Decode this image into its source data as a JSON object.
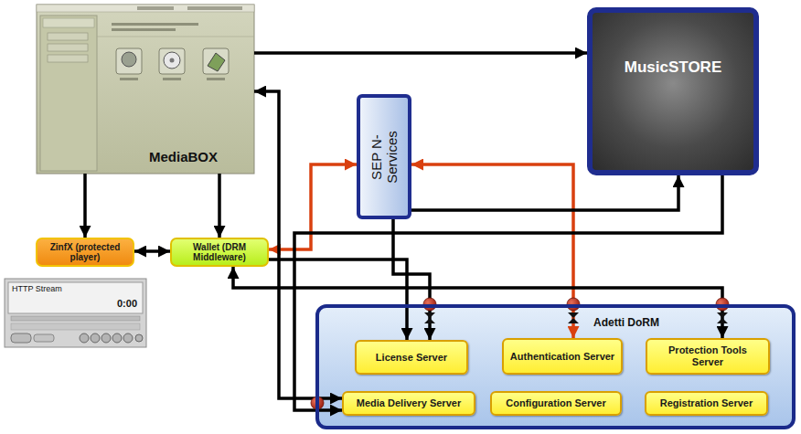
{
  "diagram": {
    "nodes": [
      {
        "text": [
          "MediaBOX"
        ]
      },
      {
        "text": [
          "MusicSTORE"
        ]
      },
      {
        "text": [
          "SEP N-Services"
        ]
      },
      {
        "text": [
          "ZinfX (protected player)"
        ]
      },
      {
        "text": [
          "Wallet (DRM Middleware)"
        ]
      },
      {
        "text": [
          "Adetti DoRM"
        ]
      },
      {
        "text": [
          "License Server"
        ],
        "in": 5
      },
      {
        "text": [
          "Authentication Server"
        ],
        "in": 5
      },
      {
        "text": [
          "Protection Tools Server"
        ],
        "in": 5
      },
      {
        "text": [
          "Media Delivery Server"
        ],
        "in": 5
      },
      {
        "text": [
          "Configuration Server"
        ],
        "in": 5
      },
      {
        "text": [
          "Registration Server"
        ],
        "in": 5
      }
    ],
    "edges": [
      {
        "from": 0,
        "to": 1,
        "arrow": "to"
      },
      {
        "from": 0,
        "to": 3,
        "arrow": "to"
      },
      {
        "from": 0,
        "to": 4,
        "arrow": "to"
      },
      {
        "from": 3,
        "to": 4,
        "arrow": "both"
      },
      {
        "from": 4,
        "to": 2,
        "arrow": "both"
      },
      {
        "from": 2,
        "to": 7,
        "arrow": "both"
      },
      {
        "from": 2,
        "to": 6,
        "arrow": "to"
      },
      {
        "from": 2,
        "to": 1,
        "arrow": "to"
      },
      {
        "from": 4,
        "to": 6,
        "arrow": "to"
      },
      {
        "from": 4,
        "to": 8,
        "arrow": "both"
      },
      {
        "from": 0,
        "to": 9,
        "arrow": "both"
      },
      {
        "from": 1,
        "to": 9,
        "arrow": "to"
      }
    ],
    "labels": [
      "HTTP Stream",
      "0:00"
    ]
  }
}
